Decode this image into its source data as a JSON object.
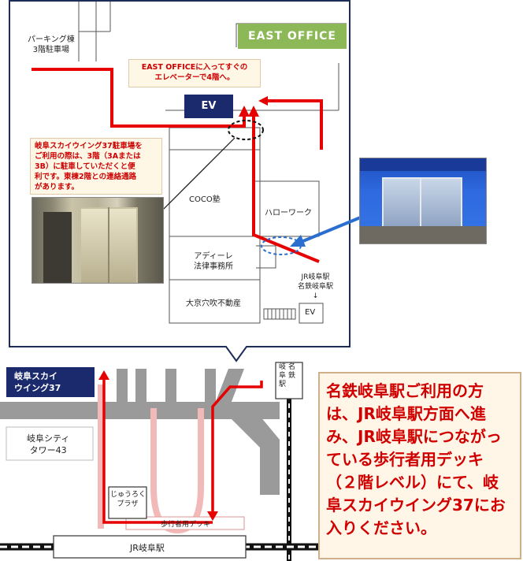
{
  "top_map": {
    "parking_label_line1": "パーキング棟",
    "parking_label_line2": "3階駐車場",
    "east_office": "EAST OFFICE",
    "ev_top": "EV",
    "ev_note_line1": "EAST OFFICEに入ってすぐの",
    "ev_note_line2": "エレベーターで4階へ。",
    "parking_note": [
      "岐阜スカイウイング37駐車場を",
      "ご利用の際は、3階（3Aまたは",
      "3B）に駐車していただくと便",
      "利です。東棟2階との連絡通路",
      "があります。"
    ],
    "coco": "COCO塾",
    "hello_work": "ハローワーク",
    "adire_line1": "アディーレ",
    "adire_line2": "法律事務所",
    "okyo": "大京穴吹不動産",
    "jr_station_line1": "JR岐阜駅",
    "jr_station_line2": "名鉄岐阜駅",
    "down_arrow": "↓",
    "ev_bottom": "EV"
  },
  "bottom_map": {
    "skywing_line1": "岐阜スカイ",
    "skywing_line2": "ウイング37",
    "city_tower_line1": "岐阜シティ",
    "city_tower_line2": "タワー43",
    "juroku_line1": "じゅうろく",
    "juroku_line2": "プラザ",
    "deck": "歩行者用デッキ",
    "jr_gifu": "JR岐阜駅",
    "meitetsu_chars": [
      "名",
      "鉄",
      "岐",
      "阜",
      "駅"
    ]
  },
  "instructions": "名鉄岐阜駅ご利用の方は、JR岐阜駅方面へ進み、JR岐阜駅につながっている歩行者用デッキ（２階レベル）にて、岐阜スカイウイング37にお入りください。",
  "colors": {
    "route_red": "#e60000",
    "east_office_green": "#8cb857",
    "skywing_navy": "#1a2a6c",
    "road_gray": "#9a9a9a",
    "frame_navy": "#1d2d5a",
    "pointer_blue": "#2a6fcf"
  }
}
